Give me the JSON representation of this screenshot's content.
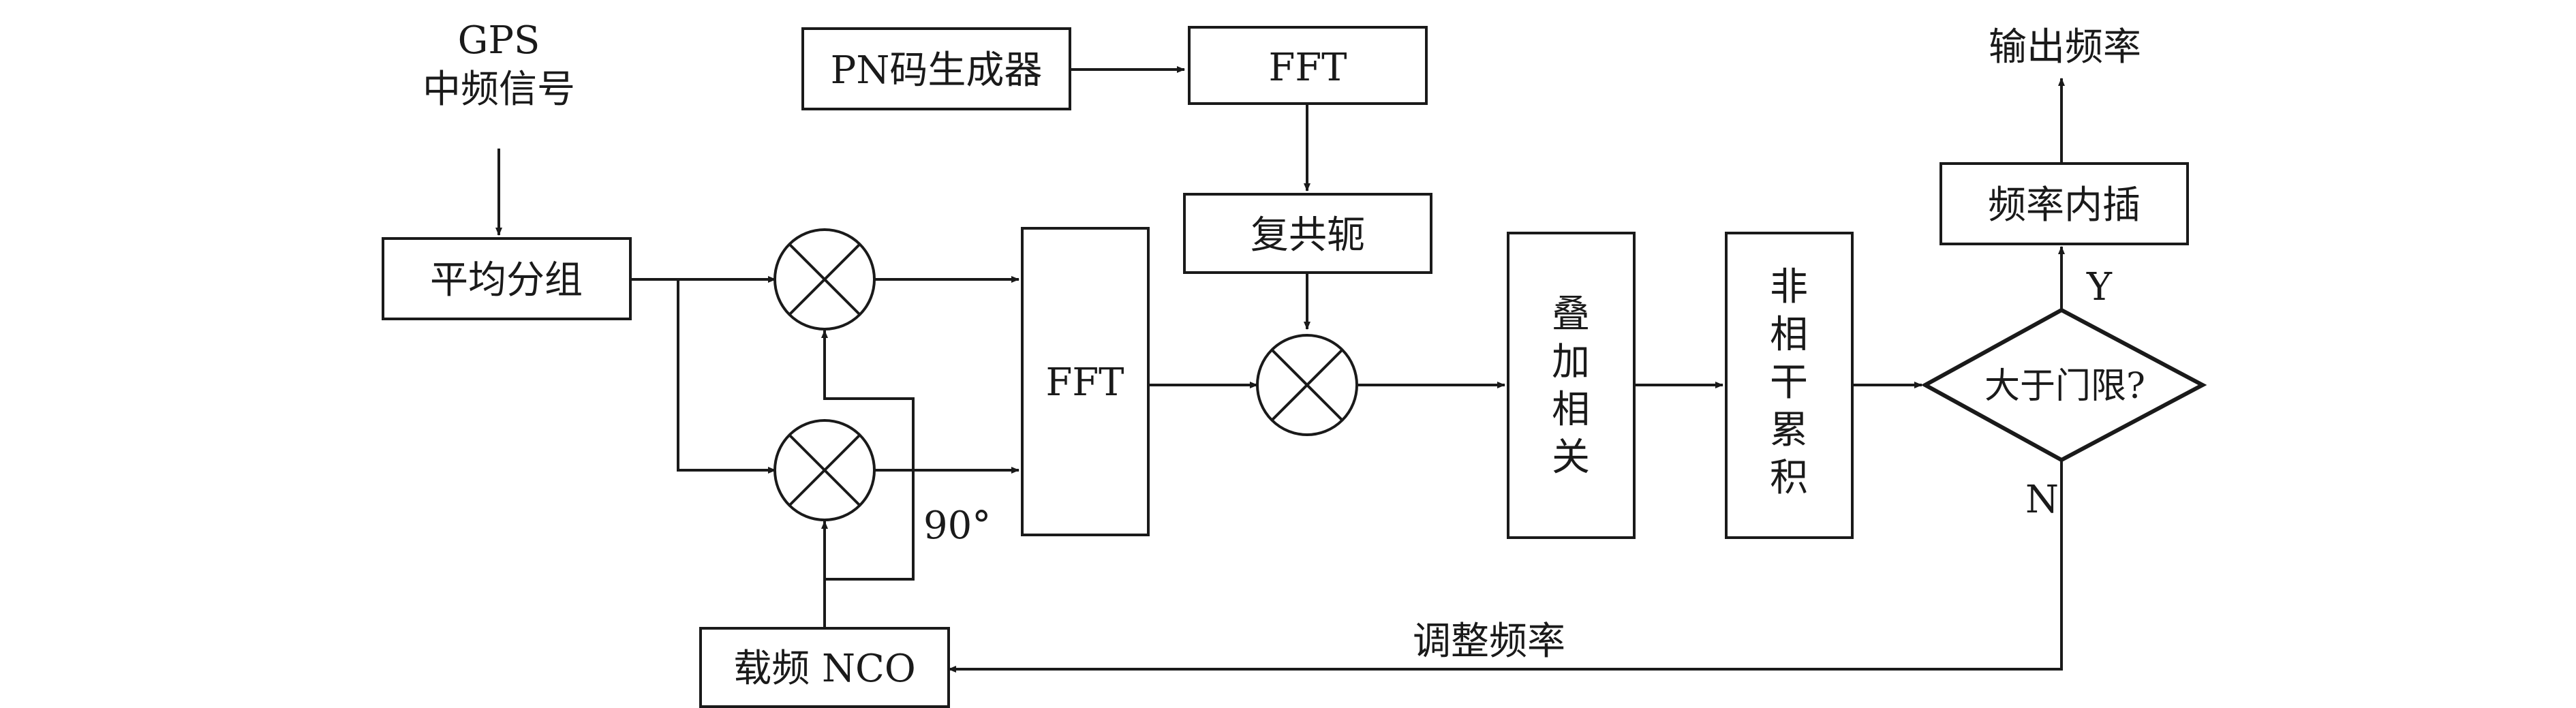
{
  "input_signal": {
    "line1": "GPS",
    "line2": "中频信号"
  },
  "blocks": {
    "averaging": "平均分组",
    "pn_generator": "PN码生成器",
    "fft_code": "FFT",
    "conjugate": "复共轭",
    "fft_signal": "FFT",
    "accumulate_chars": [
      "叠",
      "加",
      "相",
      "关"
    ],
    "noncoherent_chars": [
      "非",
      "相",
      "干",
      "累",
      "积"
    ],
    "threshold_decision": "大于门限?",
    "interpolation": "频率内插",
    "carrier_nco": "载频 NCO"
  },
  "labels": {
    "phase_shift": "90°",
    "yes": "Y",
    "no": "N",
    "output": "输出频率",
    "feedback": "调整频率"
  },
  "colors": {
    "stroke": "#1a1a1a",
    "background": "#ffffff"
  }
}
